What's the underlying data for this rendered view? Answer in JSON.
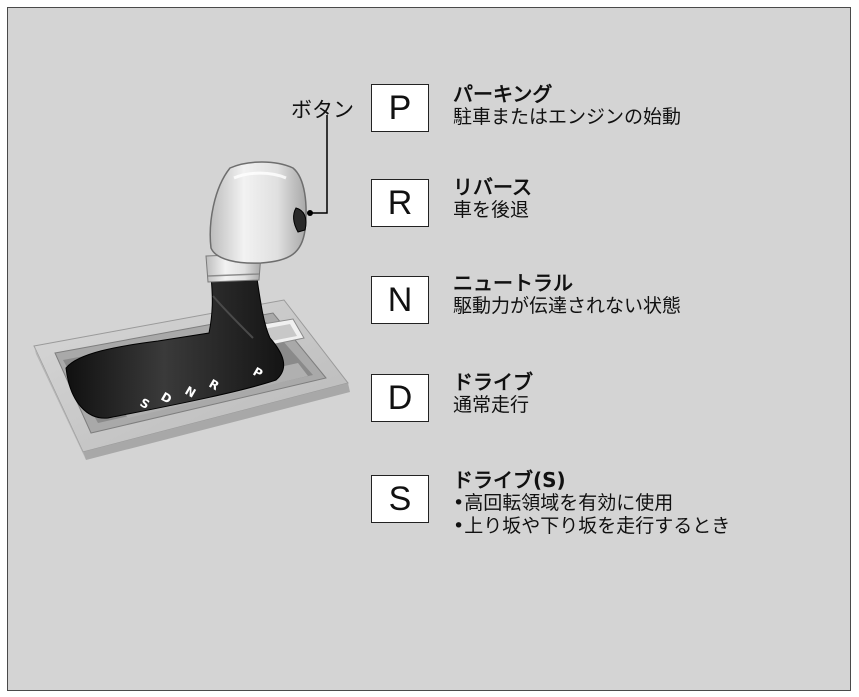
{
  "button_callout": "ボタン",
  "modes": [
    {
      "letter": "P",
      "title": "パーキング",
      "lines": [
        "駐車またはエンジンの始動"
      ]
    },
    {
      "letter": "R",
      "title": "リバース",
      "lines": [
        "車を後退"
      ]
    },
    {
      "letter": "N",
      "title": "ニュートラル",
      "lines": [
        "駆動力が伝達されない状態"
      ]
    },
    {
      "letter": "D",
      "title": "ドライブ",
      "lines": [
        "通常走行"
      ]
    },
    {
      "letter": "S",
      "title": "ドライブ(S)",
      "lines": [
        "高回転領域を有効に使用",
        "上り坂や下り坂を走行するとき"
      ]
    }
  ],
  "gate_letters": [
    "P",
    "R",
    "N",
    "D",
    "S"
  ],
  "colors": {
    "panel_background": "#d4d4d4",
    "knob_silver": "#e4e4e4",
    "boot_black": "#1e1e1e",
    "plate_grey": "#c4c4c4"
  }
}
